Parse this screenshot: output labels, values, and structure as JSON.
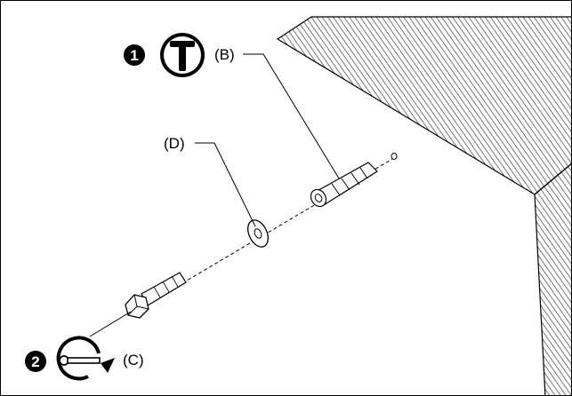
{
  "labels": {
    "b": "(B)",
    "c": "(C)",
    "d": "(D)"
  },
  "steps": [
    {
      "number": "1",
      "icon": "hammer-icon"
    },
    {
      "number": "2",
      "icon": "wrench-rotate-icon"
    }
  ],
  "colors": {
    "line": "#000000",
    "hatch": "#555555",
    "background": "#ffffff"
  }
}
